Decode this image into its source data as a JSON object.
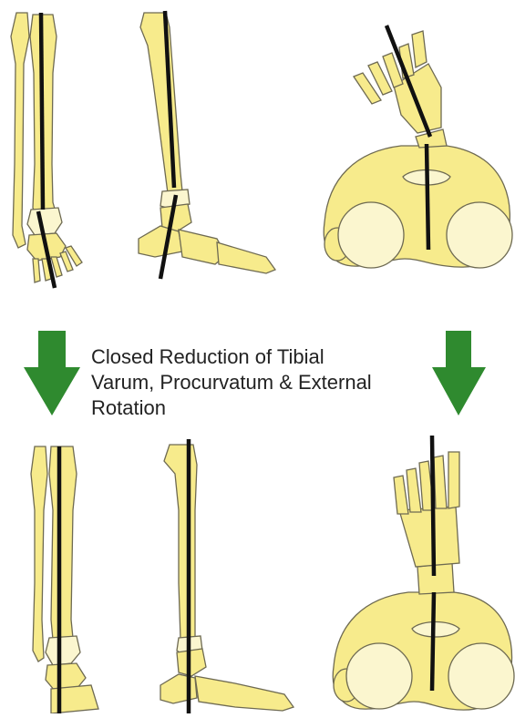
{
  "caption": {
    "lines": [
      "Closed Reduction of Tibial",
      "Varum, Procurvatum & External",
      "Rotation"
    ]
  },
  "panels": {
    "before": [
      "front-leg-view",
      "lateral-leg-view",
      "axial-foot-view"
    ],
    "after": [
      "front-leg-view",
      "lateral-leg-view",
      "axial-foot-view"
    ]
  },
  "colors": {
    "bone_fill": "#f7eb8c",
    "bone_outline": "#6e6a52",
    "joint_fill": "#fbf6cf",
    "axis_line": "#111111",
    "arrow_green": "#2f8a2f"
  }
}
